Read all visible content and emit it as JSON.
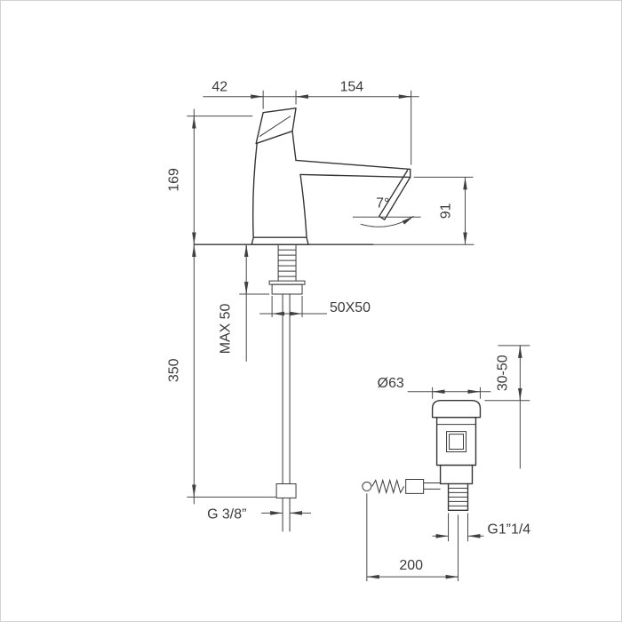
{
  "diagram": {
    "labels": {
      "handle_width": "42",
      "spout_reach": "154",
      "spout_height": "169",
      "spout_angle": "7°",
      "outlet_to_deck": "91",
      "max_deck_thickness": "MAX 50",
      "body_square": "50X50",
      "hose_length": "350",
      "waste_diameter": "Ø63",
      "waste_adjust_range": "30-50",
      "inlet_thread": "G 3/8”",
      "waste_thread": "G1”1/4",
      "waste_distance": "200"
    }
  }
}
